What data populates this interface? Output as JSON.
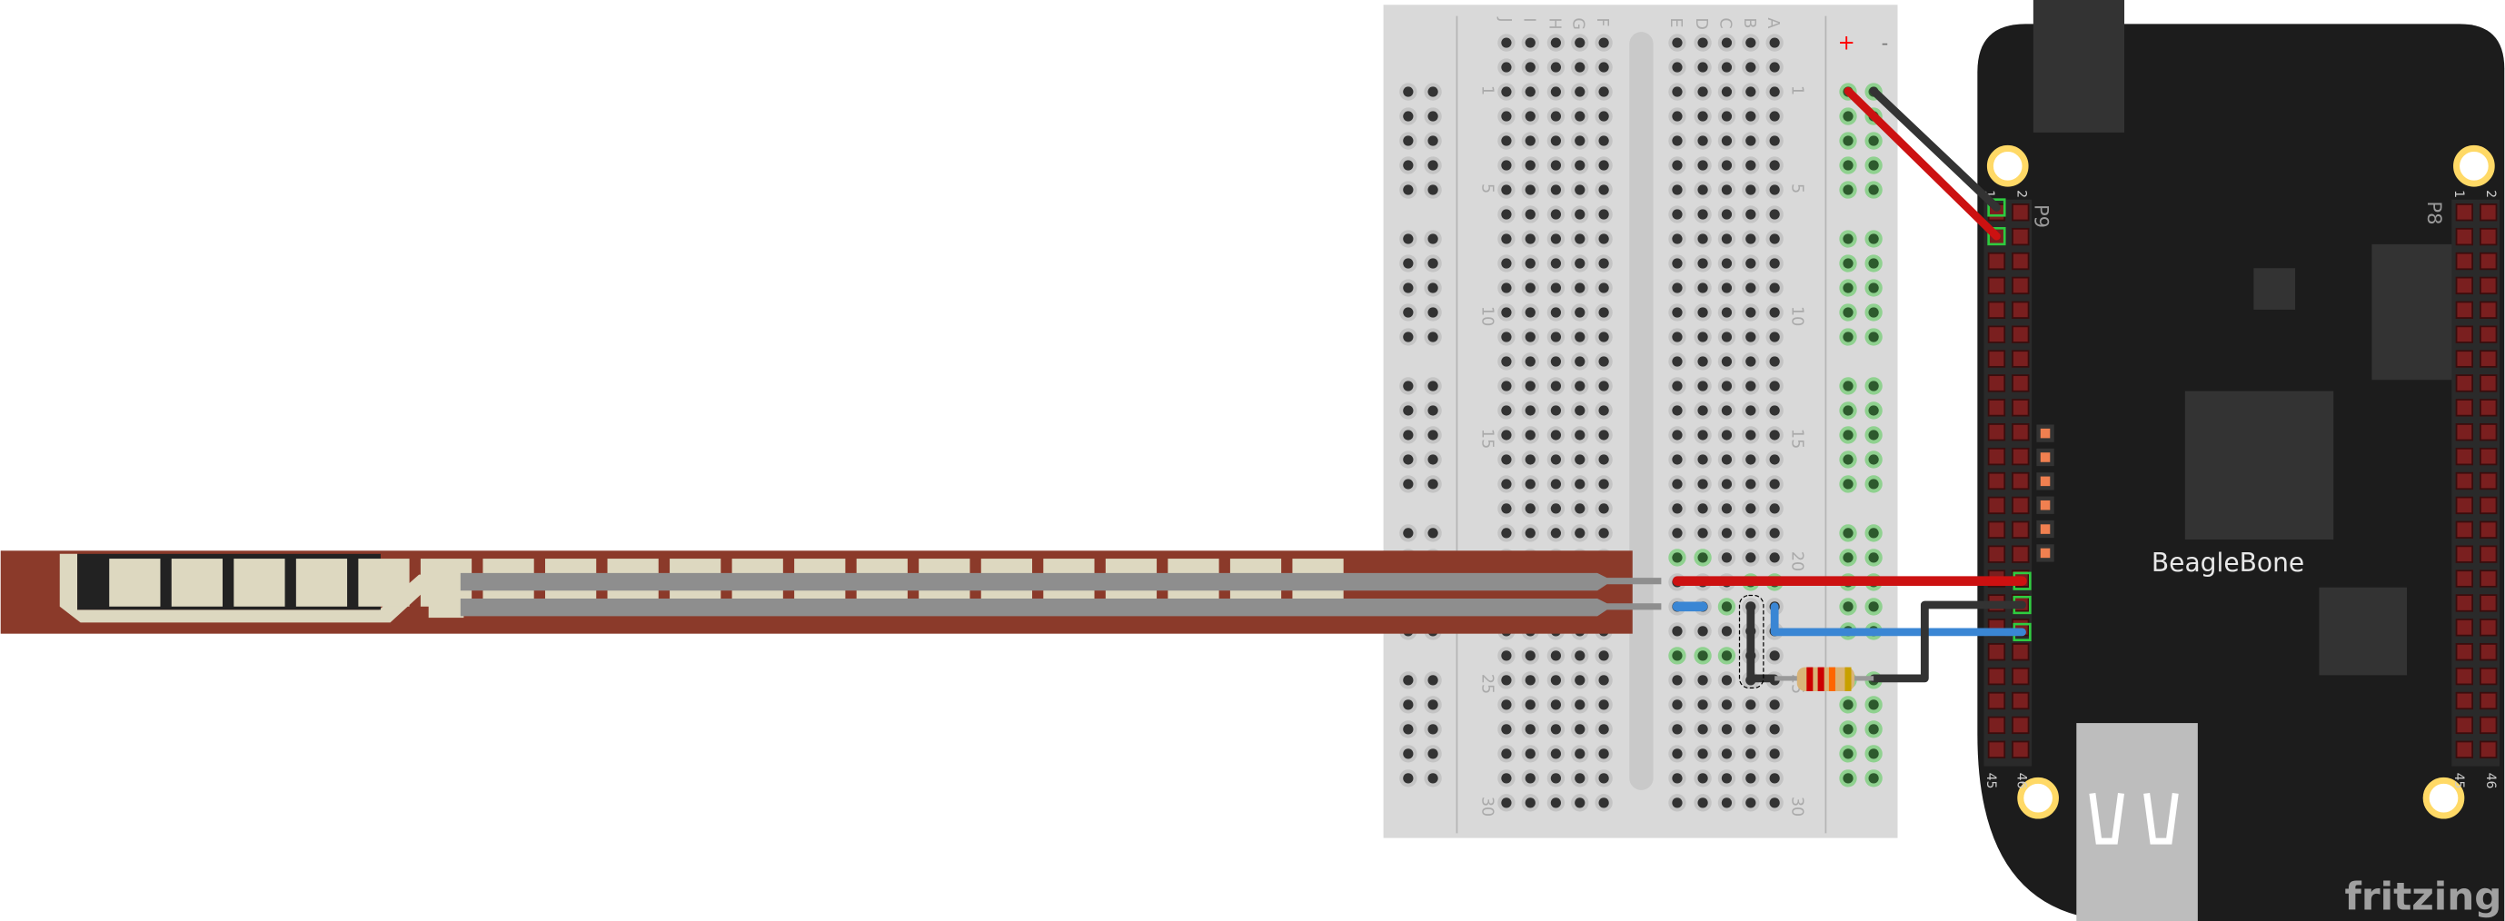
{
  "breadboard": {
    "column_letters_left": [
      "J",
      "I",
      "H",
      "G",
      "F"
    ],
    "column_letters_right": [
      "E",
      "D",
      "C",
      "B",
      "A"
    ],
    "row_labels": [
      "1",
      "5",
      "10",
      "15",
      "20",
      "25",
      "30"
    ],
    "rail_plus": "+",
    "rail_minus": "-"
  },
  "board": {
    "name": "BeagleBone",
    "header_p9": "P9",
    "header_p8": "P8",
    "pin_1": "1",
    "pin_2": "2",
    "pin_45": "45",
    "pin_46": "46"
  },
  "components": {
    "flex_sensor_segments": 20,
    "resistor_bands": [
      "#cc0000",
      "#cc0000",
      "#ff6600",
      "#c8a000"
    ]
  },
  "colors": {
    "wire_red": "#cc1111",
    "wire_black": "#333333",
    "wire_blue": "#3a86d4",
    "board": "#1c1c1c",
    "breadboard": "#d9d9d9",
    "flex_sensor": "#8b3a2a"
  },
  "watermark": "fritzing"
}
